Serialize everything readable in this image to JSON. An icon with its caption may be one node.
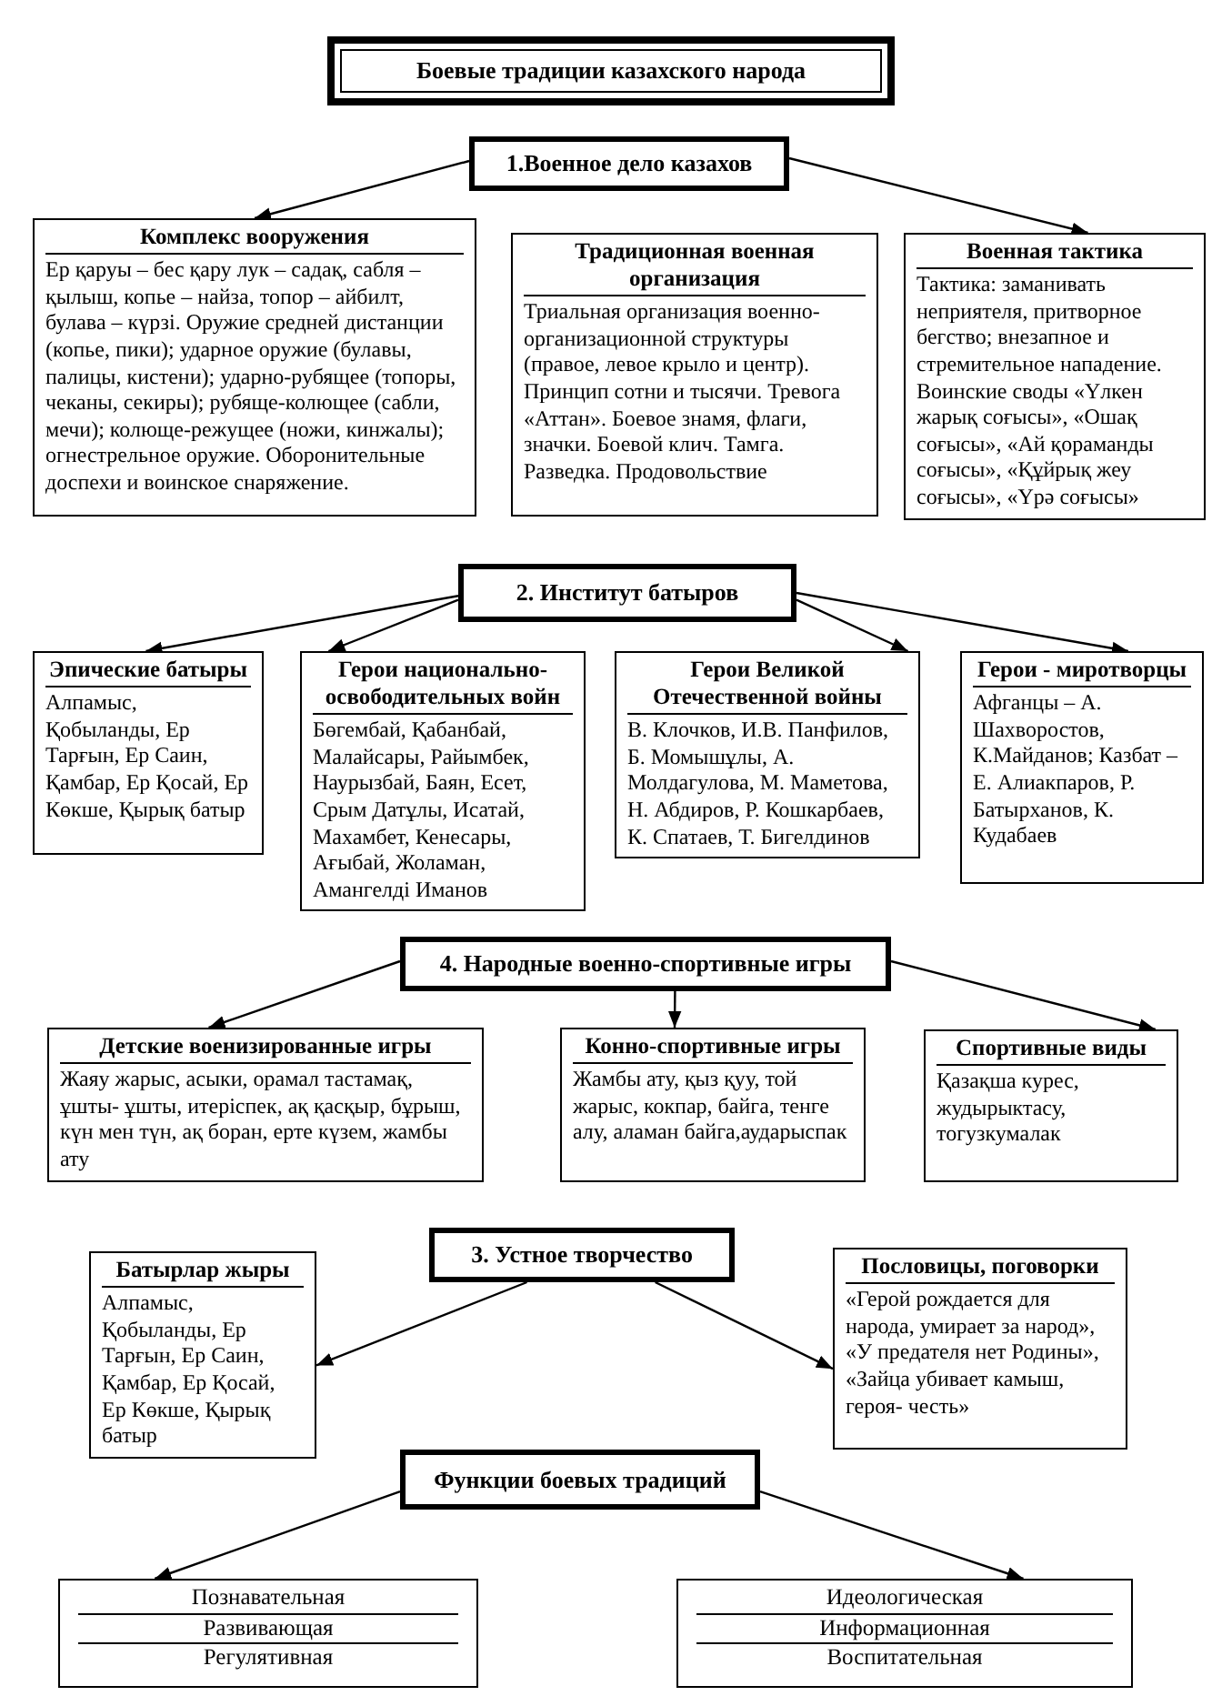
{
  "diagram": {
    "nodes": [
      {
        "text": [
          "Боевые традиции казахского народа"
        ]
      },
      {
        "text": [
          "1.Военное дело казахов"
        ]
      },
      {
        "text": [
          "Комплекс вооружения",
          "Ер қаруы – бес қару лук – садақ, сабля – қылыш, копье – найза, топор – айбилт, булава – күрзі. Оружие средней дистанции (копье, пики); ударное оружие (булавы, палицы, кистени); ударно-рубящее (топоры, чеканы, секиры); рубяще-колющее (сабли, мечи); колюще-режущее (ножи, кинжалы); огнестрельное оружие. Оборонительные доспехи и воинское снаряжение."
        ]
      },
      {
        "text": [
          "Традиционная военная организация",
          "Триальная организация военно-организационной структуры (правое, левое крыло и центр). Принцип сотни и тысячи. Тревога «Аттан». Боевое знамя, флаги, значки. Боевой клич. Тамга. Разведка. Продовольствие"
        ]
      },
      {
        "text": [
          "Военная тактика",
          "Тактика: заманивать неприятеля, притворное бегство; внезапное и стремительное нападение. Воинские своды «Үлкен жарық соғысы», «Ошақ соғысы», «Ай қораманды соғысы», «Құйрық жеу соғысы», «Үрә соғысы»"
        ]
      },
      {
        "text": [
          "2. Институт батыров"
        ]
      },
      {
        "text": [
          "Эпические батыры",
          "Алпамыс, Қобыланды, Ер Тарғын, Ер Саин, Қамбар, Ер Қосай, Ер Көкше, Қырық батыр"
        ]
      },
      {
        "text": [
          "Герои национально-освободительных войн",
          "Бөгембай, Қабанбай, Малайсары, Райымбек, Наурызбай, Баян, Есет, Срым Датұлы, Исатай, Махамбет, Кенесары, Ағыбай, Жоламан, Амангелді Иманов"
        ]
      },
      {
        "text": [
          "Герои Великой Отечественной войны",
          "В. Клочков, И.В. Панфилов, Б. Момышұлы, А. Молдагулова, М. Маметова, Н. Абдиров, Р. Кошкарбаев, К. Спатаев, Т. Бигелдинов"
        ]
      },
      {
        "text": [
          "Герои - миротворцы",
          "Афганцы – А. Шахворостов, К.Майданов; Казбат – Е. Алиакпаров, Р. Батырханов, К. Кудабаев"
        ]
      },
      {
        "text": [
          "4. Народные военно-спортивные игры"
        ]
      },
      {
        "text": [
          "Детские военизированные игры",
          "Жаяу жарыс, асыки, орамал тастамақ, ұшты- ұшты, итеріспек, ақ қасқыр, бұрыш, күн мен түн, ақ боран, ерте күзем, жамбы ату"
        ]
      },
      {
        "text": [
          "Конно-спортивные игры",
          "Жамбы ату, қыз қуу, той жарыс, кокпар, байга, тенге алу, аламан байга,аударыспак"
        ]
      },
      {
        "text": [
          "Спортивные виды",
          "Қазақша курес, жудырыктасу, тогузкумалак"
        ]
      },
      {
        "text": [
          "3. Устное творчество"
        ]
      },
      {
        "text": [
          "Батырлар жыры",
          "Алпамыс, Қобыланды, Ер Тарғын, Ер Саин, Қамбар, Ер Қосай, Ер Көкше, Қырық батыр"
        ]
      },
      {
        "text": [
          "Пословицы, поговорки",
          "«Герой рождается для народа, умирает за народ», «У предателя нет Родины», «Зайца убивает камыш, героя- честь»"
        ]
      },
      {
        "text": [
          "Функции боевых традиций"
        ]
      },
      {
        "text": [
          "Познавательная",
          "Развивающая",
          "Регулятивная"
        ]
      },
      {
        "text": [
          "Идеологическая",
          "Информационная",
          "Воспитательная"
        ]
      }
    ],
    "edges": [
      {
        "from": 1,
        "to": 2,
        "arrow": "to"
      },
      {
        "from": 1,
        "to": 4,
        "arrow": "to"
      },
      {
        "from": 5,
        "to": 6,
        "arrow": "to"
      },
      {
        "from": 5,
        "to": 7,
        "arrow": "to"
      },
      {
        "from": 5,
        "to": 8,
        "arrow": "to"
      },
      {
        "from": 5,
        "to": 9,
        "arrow": "to"
      },
      {
        "from": 10,
        "to": 11,
        "arrow": "to"
      },
      {
        "from": 10,
        "to": 12,
        "arrow": "to"
      },
      {
        "from": 10,
        "to": 13,
        "arrow": "to"
      },
      {
        "from": 14,
        "to": 15,
        "arrow": "to"
      },
      {
        "from": 14,
        "to": 16,
        "arrow": "to"
      },
      {
        "from": 17,
        "to": 18,
        "arrow": "to"
      },
      {
        "from": 17,
        "to": 19,
        "arrow": "to"
      }
    ]
  }
}
